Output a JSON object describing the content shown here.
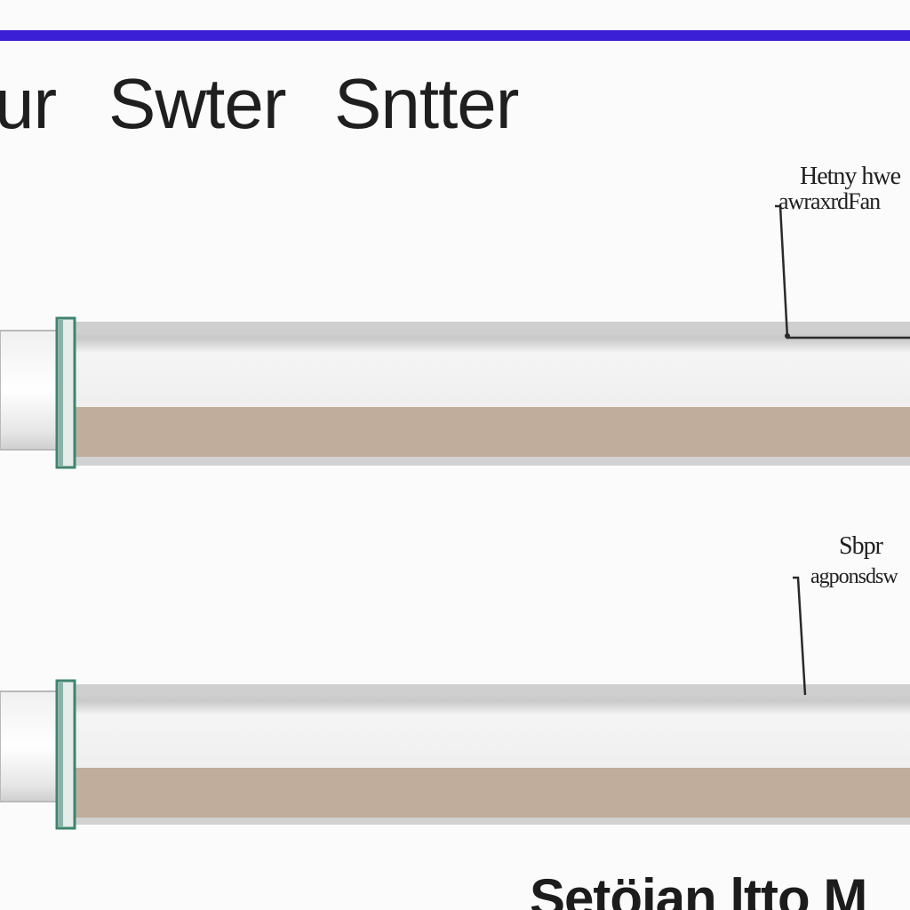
{
  "title": {
    "word_1": "ur",
    "word_2": "Swter",
    "word_3": "Sntter"
  },
  "callouts": [
    {
      "line_1": "Hetny hwe",
      "line_2": "awraxrdFan"
    },
    {
      "line_1": "Sbpr",
      "line_2": "agponsdsw"
    }
  ],
  "bottom_text": "Setöjan ltto M",
  "colors": {
    "accent_rule": "#3a1fd6",
    "tube_body": "#ebebeb",
    "tube_band": "#c1ad9b",
    "end_cap": "#3e8470"
  }
}
